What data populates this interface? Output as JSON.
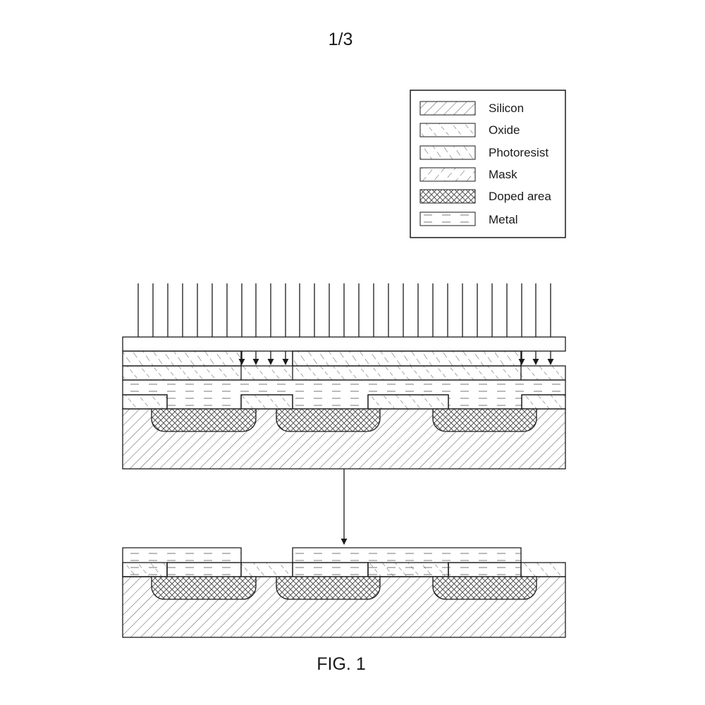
{
  "page_number": "1/3",
  "figure_caption": "FIG. 1",
  "legend": {
    "items": [
      {
        "label": "Silicon",
        "pattern": "silicon"
      },
      {
        "label": "Oxide",
        "pattern": "oxide"
      },
      {
        "label": "Photoresist",
        "pattern": "photoresist"
      },
      {
        "label": "Mask",
        "pattern": "mask"
      },
      {
        "label": "Doped area",
        "pattern": "doped"
      },
      {
        "label": "Metal",
        "pattern": "metal"
      }
    ]
  },
  "colors": {
    "line": "#1a1a1a",
    "hatch": "#555555",
    "background": "#ffffff"
  }
}
